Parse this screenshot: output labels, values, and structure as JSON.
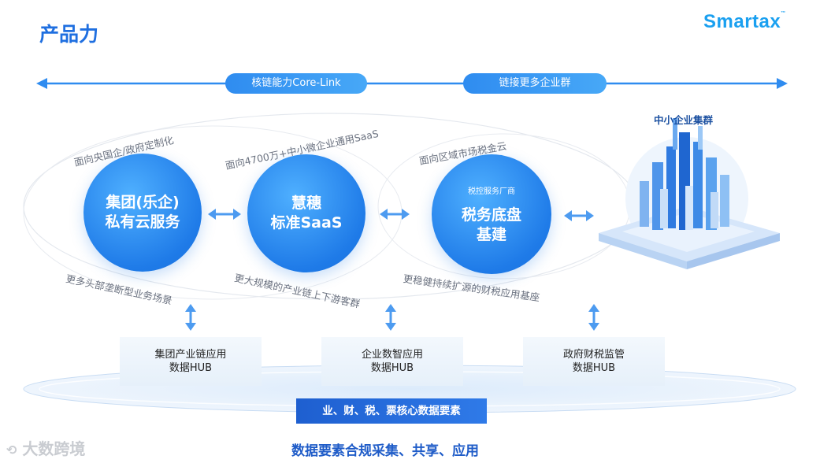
{
  "header": {
    "title": "产品力",
    "logo": "Smartax",
    "logo_tm": "™"
  },
  "top_axis": {
    "left_pill": "核链能力Core-Link",
    "right_pill": "链接更多企业群"
  },
  "circles": [
    {
      "line1": "集团(乐企)",
      "line2": "私有云服务"
    },
    {
      "line1": "慧穗",
      "line2": "标准SaaS"
    },
    {
      "small": "税控服务厂商",
      "line1": "税务底盘",
      "line2": "基建"
    }
  ],
  "orbit_labels": {
    "top_1": "面向央国企/政府定制化",
    "top_2": "面向4700万+中小微企业通用SaaS",
    "top_3": "面向区域市场税金云",
    "bottom_1": "更多头部垄断型业务场景",
    "bottom_2": "更大规模的产业链上下游客群",
    "bottom_3": "更稳健持续扩源的财税应用基座"
  },
  "cluster": {
    "label": "中小企业集群"
  },
  "hubs": [
    {
      "line1": "集团产业链应用",
      "line2": "数据HUB"
    },
    {
      "line1": "企业数智应用",
      "line2": "数据HUB"
    },
    {
      "line1": "政府财税监管",
      "line2": "数据HUB"
    }
  ],
  "core_bar": "业、财、税、票核心数据要素",
  "bottom_text": "数据要素合规采集、共享、应用",
  "watermark": "大数跨境",
  "colors": {
    "primary": "#1f7be8",
    "title": "#1f6fe0",
    "logo": "#1aa0f0"
  }
}
